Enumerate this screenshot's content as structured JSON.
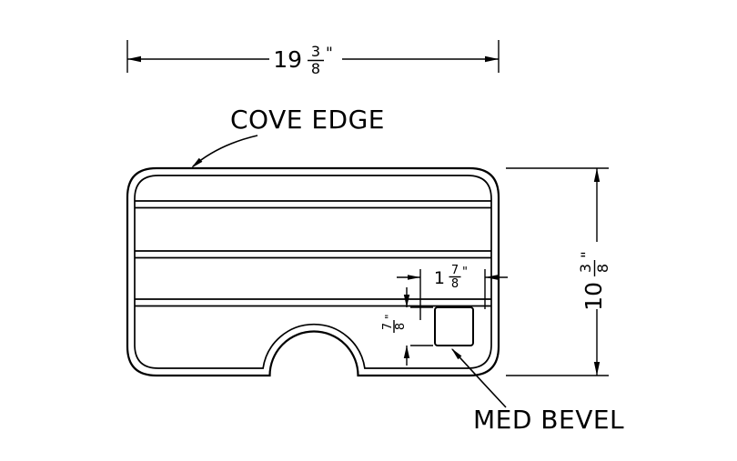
{
  "diagram": {
    "callouts": {
      "cove_edge": "COVE EDGE",
      "med_bevel": "MED BEVEL"
    },
    "dimensions": {
      "overall_width": {
        "whole": "19",
        "numerator": "3",
        "denominator": "8",
        "unit": "\""
      },
      "overall_height": {
        "whole": "10",
        "numerator": "3",
        "denominator": "8",
        "unit": "\""
      },
      "detail_width": {
        "whole": "1",
        "numerator": "7",
        "denominator": "8",
        "unit": "\""
      },
      "detail_height": {
        "numerator": "7",
        "denominator": "8",
        "unit": "\""
      }
    },
    "colors": {
      "line": "#000000",
      "background": "#ffffff"
    }
  }
}
